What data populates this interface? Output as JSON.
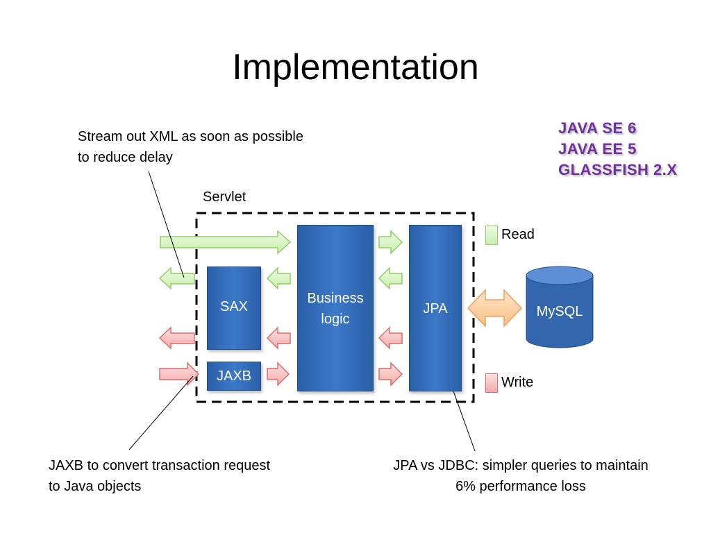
{
  "slide": {
    "title": "Implementation"
  },
  "notes": {
    "stream_line1": "Stream out XML as soon as possible",
    "stream_line2": "to reduce delay",
    "jaxb_line1": "JAXB to convert transaction request",
    "jaxb_line2": "to Java objects",
    "jpa_line1": "JPA vs JDBC: simpler queries to maintain",
    "jpa_line2": "6% performance loss"
  },
  "tech_stack": [
    "JAVA SE 6",
    "JAVA EE 5",
    "GLASSFISH 2.X"
  ],
  "diagram": {
    "servlet_label": "Servlet",
    "sax_label": "SAX",
    "jaxb_label": "JAXB",
    "business_line1": "Business",
    "business_line2": "logic",
    "jpa_label": "JPA",
    "mysql_label": "MySQL"
  },
  "legend": {
    "read_label": "Read",
    "write_label": "Write"
  },
  "colors": {
    "read_fill": "#dbf5c4",
    "read_stroke": "#8fce62",
    "write_fill": "#f7c6c6",
    "write_stroke": "#dd6b6b",
    "db_arrow_fill": "#fcd6a8",
    "db_arrow_stroke": "#eda15a",
    "box_blue": "#3a76c4",
    "tech_purple": "#7030A0"
  }
}
